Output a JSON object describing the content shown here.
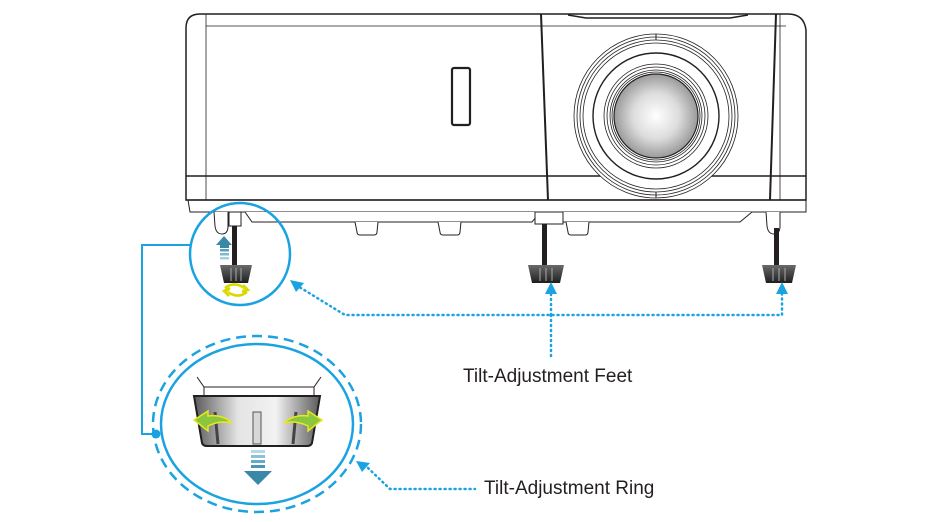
{
  "diagram": {
    "subject": "Projector front view",
    "labels": {
      "feet": "Tilt-Adjustment Feet",
      "ring": "Tilt-Adjustment Ring"
    },
    "callouts": [
      {
        "name": "tilt-adjustment-feet",
        "target_count": 3
      },
      {
        "name": "tilt-adjustment-ring",
        "target_count": 1
      }
    ],
    "colors": {
      "accent_blue": "#1aa3e0",
      "arrow_teal": "#3a88a8",
      "rotate_yellow": "#e8e820",
      "green_arrow": "#8cc63f",
      "outline": "#231f20",
      "text": "#231f20"
    },
    "icons": {
      "up_arrow": "arrow-up-gradient",
      "down_arrow": "arrow-down-gradient",
      "rotate": "rotate-arrows-icon",
      "turn_arrows": "curved-turn-arrows"
    }
  }
}
